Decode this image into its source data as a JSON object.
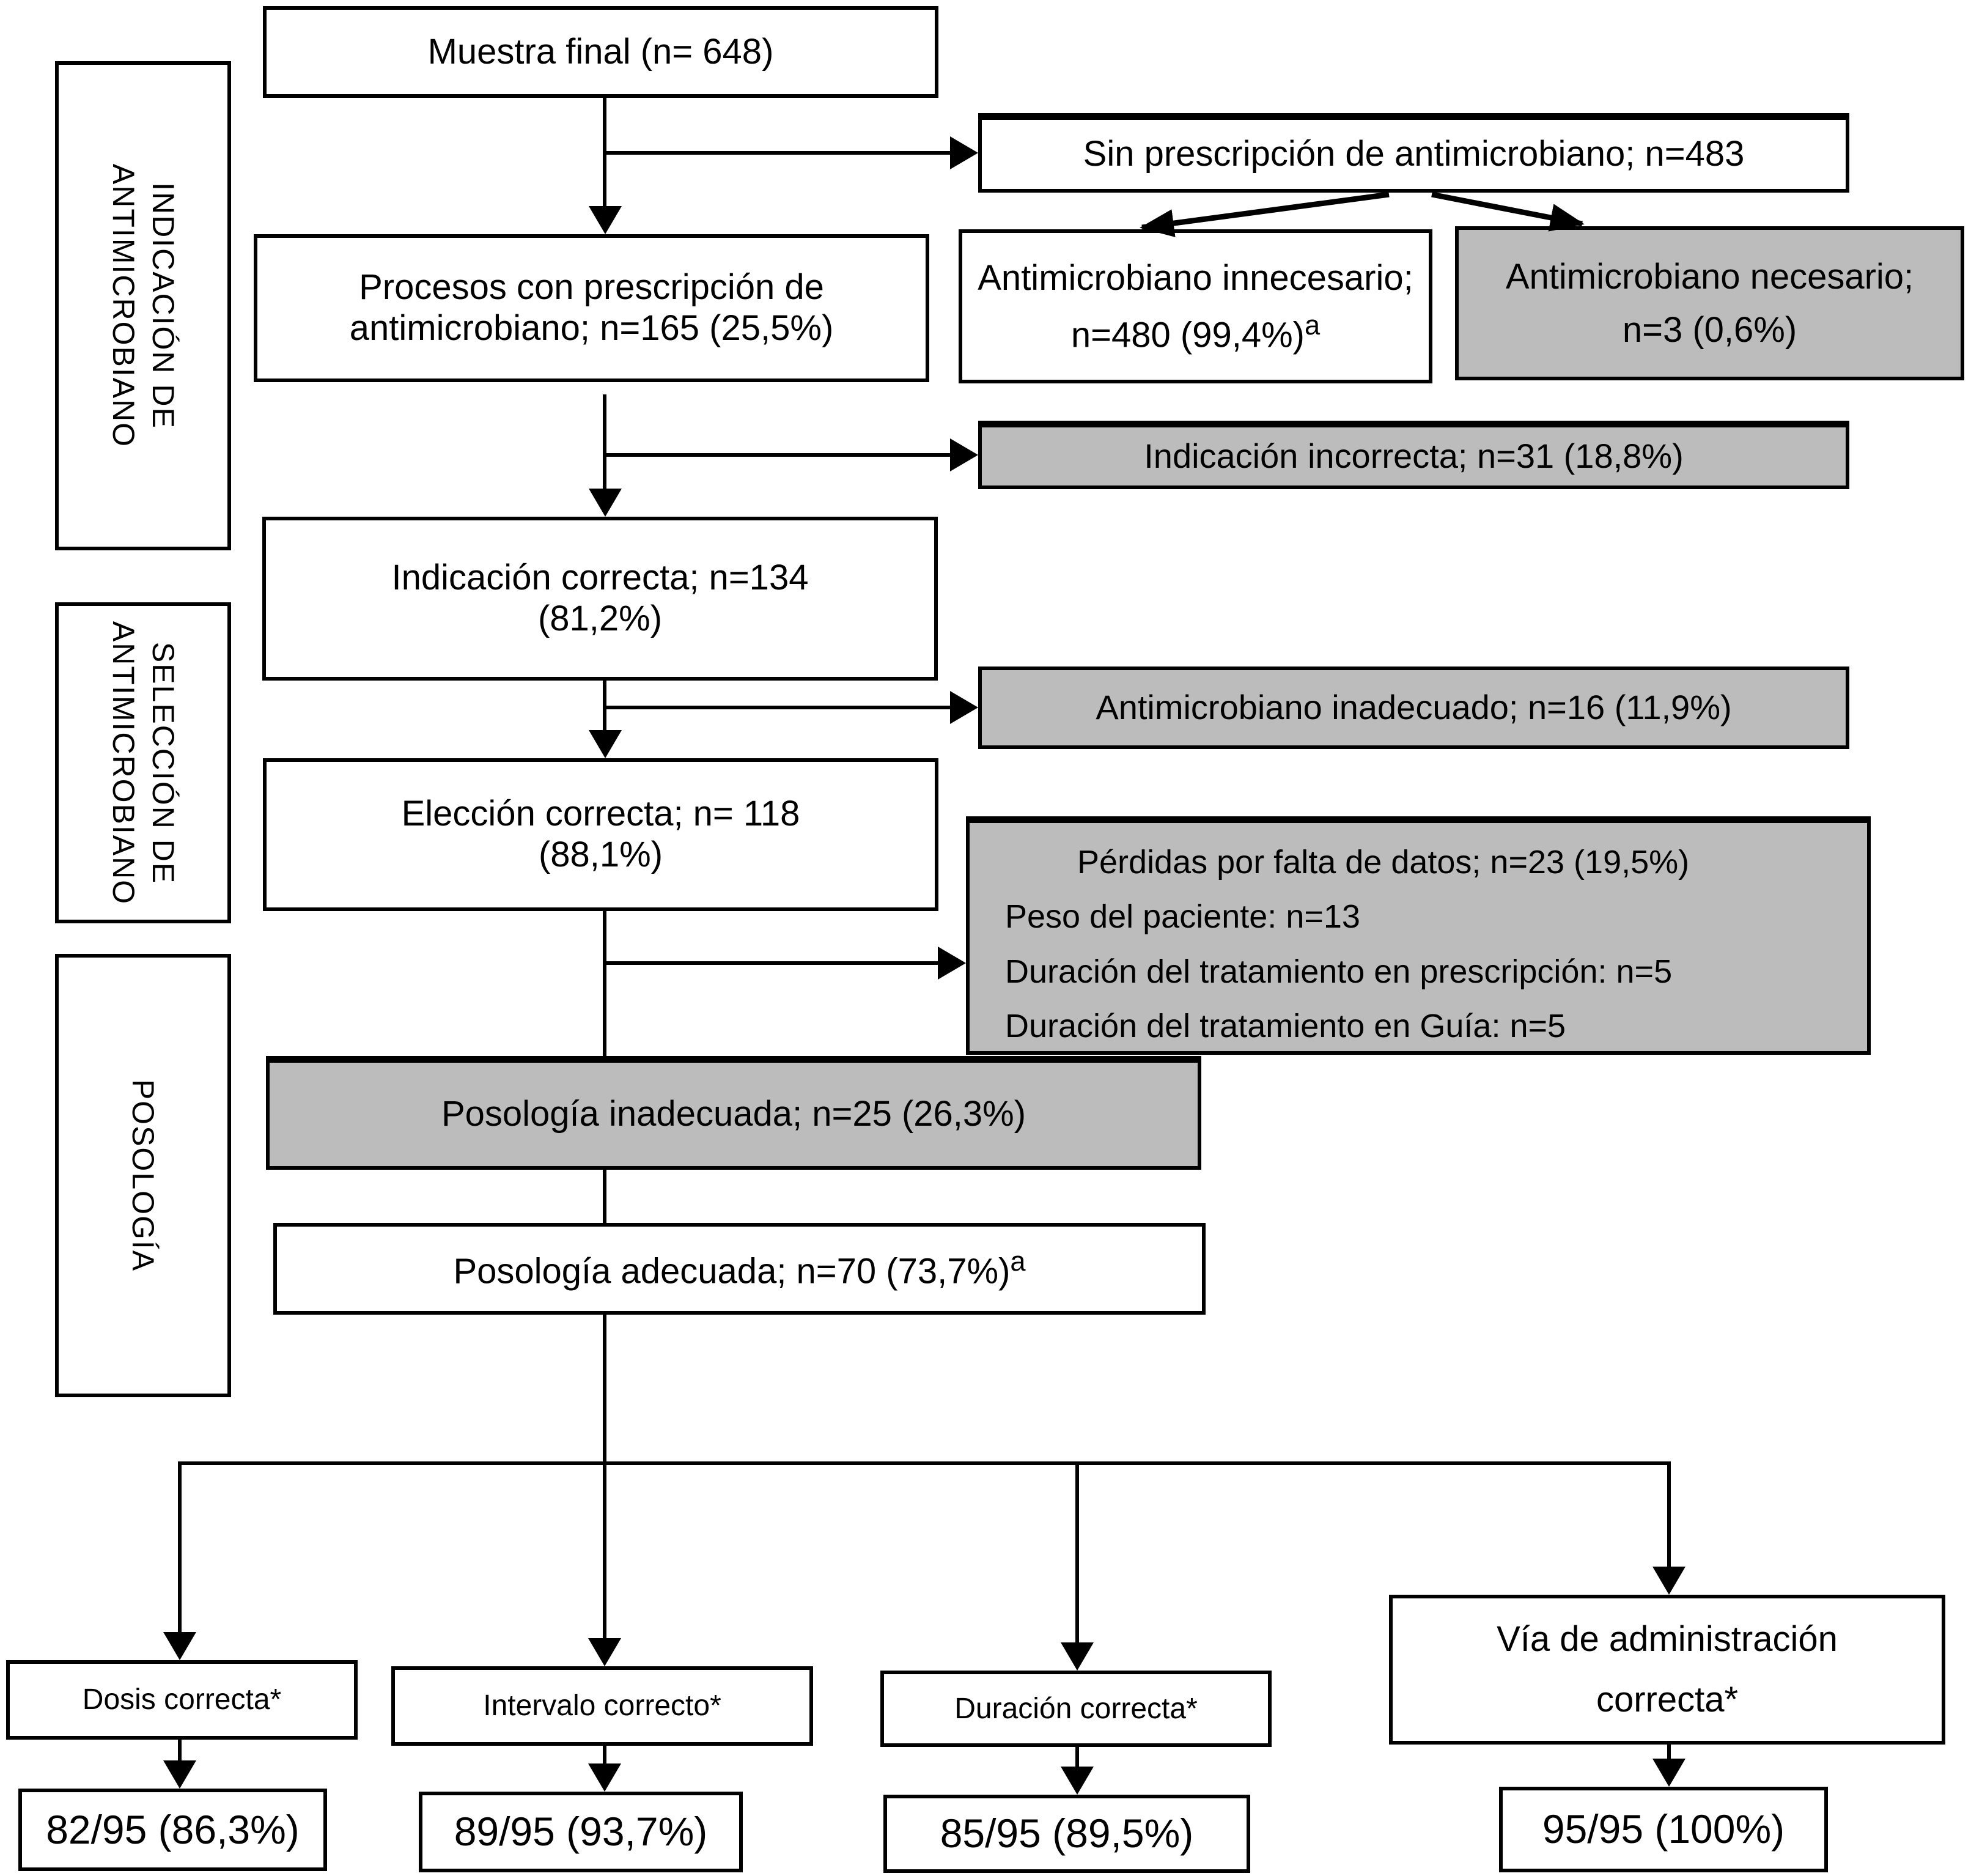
{
  "figure": {
    "section_labels": [
      {
        "text": "INDICACIÓN DE\nANTIMICROBIANO"
      },
      {
        "text": "SELECCIÓN DE\nANTIMICROBIANO"
      },
      {
        "text": "POSOLOGÍA"
      }
    ],
    "nodes": {
      "muestra_final": "Muestra final (n= 648)",
      "sin_prescripcion": "Sin prescripción de antimicrobiano; n=483",
      "procesos": "Procesos con prescripción de\nantimicrobiano; n=165 (25,5%)",
      "innecesario_line1": "Antimicrobiano innecesario;",
      "innecesario_line2": "n=480 (99,4%)",
      "innecesario_sup": "a",
      "necesario": "Antimicrobiano necesario;\nn=3 (0,6%)",
      "indicacion_incorrecta": "Indicación incorrecta; n=31 (18,8%)",
      "indicacion_correcta": "Indicación correcta; n=134\n(81,2%)",
      "antimicrobiano_inadecuado": "Antimicrobiano inadecuado; n=16 (11,9%)",
      "eleccion_correcta": "Elección correcta; n= 118\n(88,1%)",
      "perdidas_title": "Pérdidas por falta de datos; n=23 (19,5%)",
      "perdidas_items": [
        "Peso del paciente: n=13",
        "Duración del tratamiento en prescripción: n=5",
        "Duración del tratamiento en Guía: n=5"
      ],
      "posologia_inadecuada": "Posología inadecuada; n=25 (26,3%)",
      "posologia_adecuada": "Posología adecuada; n=70 (73,7%)",
      "posologia_adecuada_sup": "a",
      "dosis_correcta": "Dosis correcta*",
      "intervalo_correcto": "Intervalo correcto*",
      "duracion_correcta": "Duración correcta*",
      "via_administracion": "Vía de administración\ncorrecta*",
      "dosis_result": "82/95 (86,3%)",
      "intervalo_result": "89/95 (93,7%)",
      "duracion_result": "85/95 (89,5%)",
      "via_result": "95/95 (100%)"
    },
    "colors": {
      "highlight_fill": "#bcbcbc",
      "box_fill": "#ffffff",
      "line_color": "#000000"
    }
  }
}
